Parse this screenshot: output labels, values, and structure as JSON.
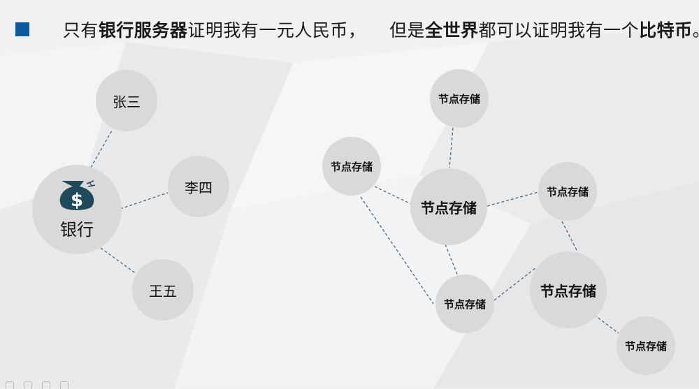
{
  "header": {
    "marker_color": "#0d5a9e",
    "parts": [
      {
        "text": "只有",
        "bold": false
      },
      {
        "text": "银行服务器",
        "bold": true
      },
      {
        "text": "证明我有一元人民币，    但是",
        "bold": false
      },
      {
        "text": "全世界",
        "bold": true
      },
      {
        "text": "都可以证明我有一个",
        "bold": false
      },
      {
        "text": "比特币",
        "bold": true
      },
      {
        "text": "。",
        "bold": false
      }
    ]
  },
  "centralized": {
    "hub": {
      "label": "银行",
      "icon": "money-bag-icon"
    },
    "nodes": [
      {
        "label": "张三"
      },
      {
        "label": "李四"
      },
      {
        "label": "王五"
      }
    ]
  },
  "decentralized": {
    "nodes": [
      {
        "label": "节点存储"
      },
      {
        "label": "节点存储"
      },
      {
        "label": "节点存储"
      },
      {
        "label": "节点存储"
      },
      {
        "label": "节点存储"
      },
      {
        "label": "节点存储"
      },
      {
        "label": "节点存储"
      }
    ]
  },
  "colors": {
    "node_fill": "#d9d9d9",
    "link_stroke": "#4a5a6a",
    "icon_fill": "#1e4a5c"
  }
}
